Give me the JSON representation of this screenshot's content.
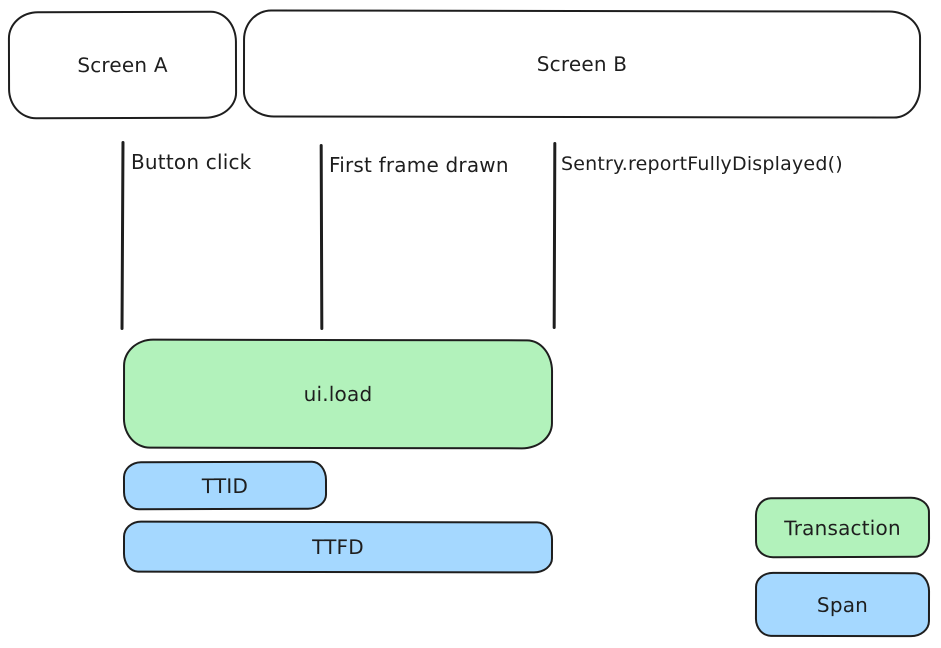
{
  "colors": {
    "transaction_fill": "#b2f2bb",
    "span_fill": "#a5d8ff",
    "stroke": "#1e1e1e",
    "background": "#ffffff"
  },
  "screens": [
    {
      "label": "Screen A"
    },
    {
      "label": "Screen B"
    }
  ],
  "events": [
    {
      "label": "Button click"
    },
    {
      "label": "First frame drawn"
    },
    {
      "label": "Sentry.reportFullyDisplayed()"
    }
  ],
  "bars": {
    "transaction": {
      "label": "ui.load",
      "type": "transaction"
    },
    "ttid": {
      "label": "TTID",
      "type": "span"
    },
    "ttfd": {
      "label": "TTFD",
      "type": "span"
    }
  },
  "legend": [
    {
      "label": "Transaction",
      "type": "transaction"
    },
    {
      "label": "Span",
      "type": "span"
    }
  ]
}
